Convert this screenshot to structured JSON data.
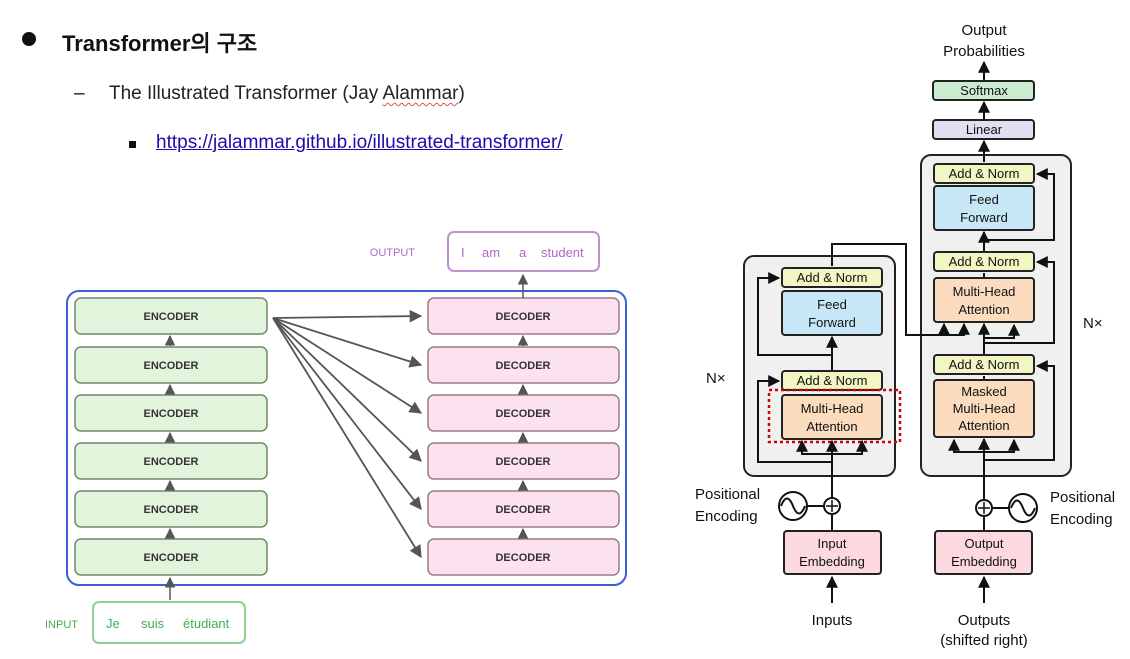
{
  "slide": {
    "title": "Transformer의 구조",
    "sub_dash": "–",
    "sub_text_before": "The Illustrated Transformer (Jay ",
    "sub_text_squiggle": "Alammar",
    "sub_text_after": ")",
    "link": "https://jalammar.github.io/illustrated-transformer/"
  },
  "left_diagram": {
    "output_label": "OUTPUT",
    "output_tokens": [
      "I",
      "am",
      "a",
      "student"
    ],
    "input_label": "INPUT",
    "input_tokens": [
      "Je",
      "suis",
      "étudiant"
    ],
    "encoder_label": "ENCODER",
    "decoder_label": "DECODER",
    "encoder_count": 6,
    "decoder_count": 6,
    "colors": {
      "encoder_fill": "#e3f4dd",
      "encoder_stroke": "#6f8a69",
      "decoder_fill": "#fce1ee",
      "decoder_stroke": "#9a7a8a",
      "frame": "#3a5fd9",
      "input_green": "#3fae4e",
      "output_purple": "#b366c7"
    }
  },
  "right_diagram": {
    "output_probabilities": [
      "Output",
      "Probabilities"
    ],
    "softmax": "Softmax",
    "linear": "Linear",
    "add_norm": "Add & Norm",
    "feed_forward": [
      "Feed",
      "Forward"
    ],
    "multi_head_attention": [
      "Multi-Head",
      "Attention"
    ],
    "masked_multi_head_attention": [
      "Masked",
      "Multi-Head",
      "Attention"
    ],
    "nx": "N×",
    "positional_encoding": [
      "Positional",
      "Encoding"
    ],
    "input_embedding": [
      "Input",
      "Embedding"
    ],
    "output_embedding": [
      "Output",
      "Embedding"
    ],
    "inputs": "Inputs",
    "outputs": [
      "Outputs",
      "(shifted right)"
    ],
    "colors": {
      "add_norm": "#f2f6c2",
      "feed_forward": "#c7e7f7",
      "attention": "#fbdcbf",
      "embedding": "#fbd9df",
      "softmax": "#cdebd0",
      "linear": "#e0e0f2",
      "block_bg": "#f0f0f0",
      "highlight": "#d40000"
    }
  }
}
